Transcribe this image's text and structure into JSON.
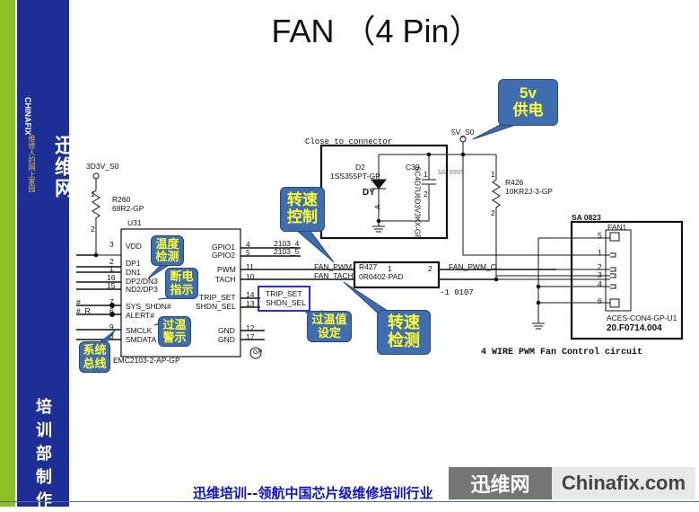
{
  "slide": {
    "title": "FAN （4 Pin）",
    "footer": "迅维培训--领航中国芯片级维修培训行业"
  },
  "sidebar": {
    "brand": "迅维网",
    "brand_en": "CHINAFIX",
    "slogan": "维修人的网上家园",
    "dept": [
      "培",
      "训",
      "部",
      "制",
      "作"
    ]
  },
  "watermark": {
    "cn": "迅维网",
    "en": "Chinafix.com"
  },
  "schematic": {
    "u31": {
      "ref": "U31",
      "part": "EMC2103-2-AP-GP",
      "left_pins": [
        {
          "n": "3",
          "name": "VDD"
        },
        {
          "n": "2",
          "name": "DP1"
        },
        {
          "n": "1",
          "name": "DN1"
        },
        {
          "n": "16",
          "name": "DP2/DN3"
        },
        {
          "n": "15",
          "name": "ND2/DP3"
        },
        {
          "n": "7",
          "name": "SYS_SHDN#"
        },
        {
          "n": "6",
          "name": "ALERT#"
        },
        {
          "n": "9",
          "name": "SMCLK"
        },
        {
          "n": "8",
          "name": "SMDATA"
        }
      ],
      "right_pins": [
        {
          "n": "4",
          "name": "GPIO1"
        },
        {
          "n": "5",
          "name": "GPIO2"
        },
        {
          "n": "11",
          "name": "PWM"
        },
        {
          "n": "10",
          "name": "TACH"
        },
        {
          "n": "14",
          "name": "TRIP_SET"
        },
        {
          "n": "13",
          "name": "SHDN_SEL"
        },
        {
          "n": "12",
          "name": "GND"
        },
        {
          "n": "17",
          "name": "GND"
        }
      ],
      "left_nets": [
        "#",
        "#_R"
      ],
      "gp": "GP"
    },
    "r260": {
      "rail": "3D3V_S0",
      "ref": "R260",
      "value": "68R2-GP",
      "p1": "1",
      "p2": "2"
    },
    "nets": {
      "gpio1": "2103_4",
      "gpio2": "2103_5",
      "trip": "TRIP_SET",
      "shdn": "SHDN_SEL",
      "fan_pwm": "FAN_PWM",
      "fan_tach": "FAN_TACH",
      "fan_pwm_c": "FAN_PWM_C"
    },
    "r427": {
      "ref": "R427",
      "value": "0R0402-PAD",
      "p1": "1",
      "p2": "2",
      "note": "-1 0107"
    },
    "close_box": {
      "label": "Close to connector",
      "d2_ref": "D2",
      "d2_part": "1SS355PT-GP",
      "dy": "DY",
      "a": "A",
      "c39_ref": "C39",
      "c39_part": "SC4D7U6D3V3KX-GP",
      "c39_p1": "1",
      "c39_p2": "2",
      "note": "SA 0905"
    },
    "r426": {
      "rail": "5V_S0",
      "ref": "R426",
      "value": "10KR2J-3-GP",
      "p1": "1",
      "p2": "2"
    },
    "connector": {
      "note": "SA 0823",
      "ref": "FAN1",
      "part": "ACES-CON4-GP-U1",
      "pn": "20.F0714.004",
      "pins": [
        "5",
        "1",
        "2",
        "3",
        "4",
        "6"
      ]
    },
    "caption": "4 WIRE PWM Fan Control circuit"
  },
  "callouts": {
    "power": [
      "5v",
      "供电"
    ],
    "temp": [
      "温度",
      "检测"
    ],
    "shdn": [
      "断电",
      "指示"
    ],
    "alert": [
      "过温",
      "警示"
    ],
    "bus": [
      "系统",
      "总线"
    ],
    "speed_ctrl": [
      "转速",
      "控制"
    ],
    "trip": [
      "过温值",
      "设定"
    ],
    "speed_det": [
      "转速",
      "检测"
    ]
  },
  "colors": {
    "sidebar": "#1d2f96",
    "strip": "#8cc11f",
    "callout": "#3f6db0",
    "callout_text": "#ffff33",
    "footer": "#1010d0"
  }
}
